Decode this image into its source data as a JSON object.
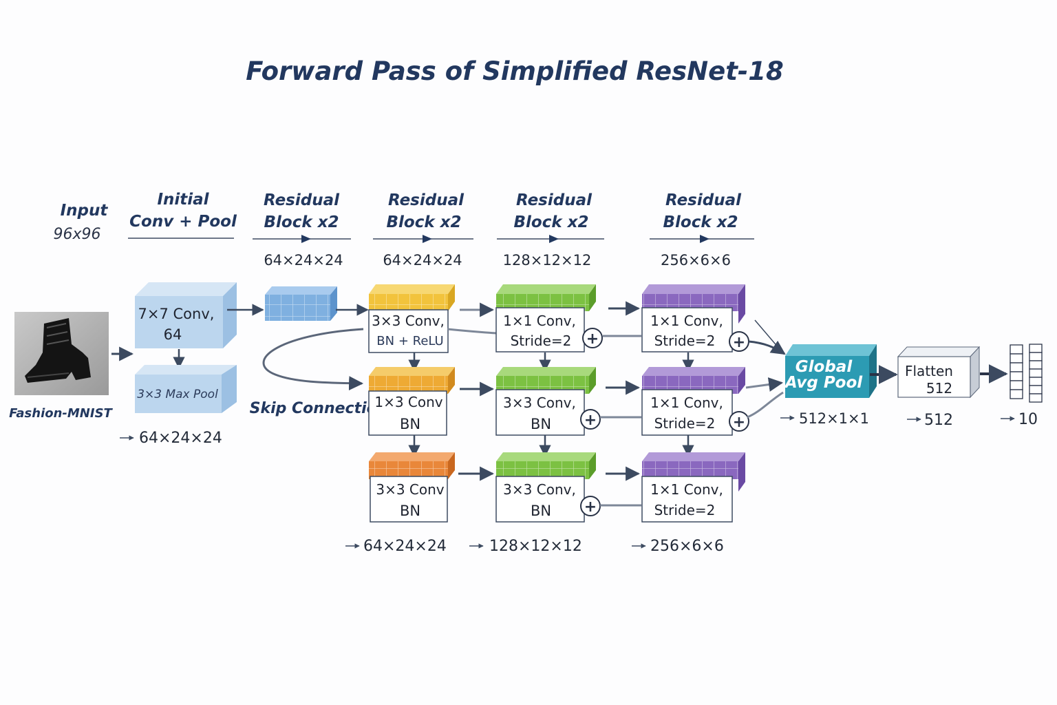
{
  "title": "Forward Pass of Simplified ResNet-18",
  "input": {
    "label": "Input",
    "size": "96x96",
    "caption": "Fashion-MNIST"
  },
  "stages": [
    {
      "line1": "Initial",
      "line2": "Conv + Pool"
    },
    {
      "line1": "Residual",
      "line2": "Block x2",
      "dims": "64×24×24"
    },
    {
      "line1": "Residual",
      "line2": "Block x2",
      "dims": "64×24×24"
    },
    {
      "line1": "Residual",
      "line2": "Block x2",
      "dims": "128×12×12"
    },
    {
      "line1": "Residual",
      "line2": "Block x2",
      "dims": "256×6×6"
    }
  ],
  "initial": {
    "conv_line1": "7×7 Conv,",
    "conv_line2": "64",
    "pool": "3×3 Max Pool",
    "out_dims": "64×24×24"
  },
  "skip_label": "Skip Connection",
  "col_yellow": {
    "top": [
      "3×3 Conv,",
      "BN + ReLU"
    ],
    "mid": [
      "1×3 Conv",
      "BN"
    ],
    "bot": [
      "3×3 Conv",
      "BN"
    ],
    "out_dims": "64×24×24"
  },
  "col_green": {
    "top": [
      "1×1 Conv,",
      "Stride=2"
    ],
    "mid": [
      "3×3 Conv,",
      "BN"
    ],
    "bot": [
      "3×3 Conv,",
      "BN"
    ],
    "out_dims": "128×12×12"
  },
  "col_purple": {
    "top": [
      "1×1 Conv,",
      "Stride=2"
    ],
    "mid": [
      "1×1 Conv,",
      "Stride=2"
    ],
    "bot": [
      "1×1 Conv,",
      "Stride=2"
    ],
    "out_dims": "256×6×6"
  },
  "add_symbol": "+",
  "gap": {
    "line1": "Global",
    "line2": "Avg Pool",
    "out_dims": "512×1×1"
  },
  "flatten": {
    "line1": "Flatten",
    "line2": "512",
    "out_dims": "512"
  },
  "output": {
    "out_dims": "10"
  },
  "colors": {
    "title": "#22385f",
    "initial_block": "#bcd6ee",
    "blue_tensor": "#7fb0e0",
    "yellow": "#f2c33c",
    "orange_mid": "#eeaa34",
    "orange": "#e9873a",
    "green": "#7cc142",
    "purple": "#8a68bf",
    "gap": "#2c9bb3",
    "arrow": "#3c4a60"
  }
}
